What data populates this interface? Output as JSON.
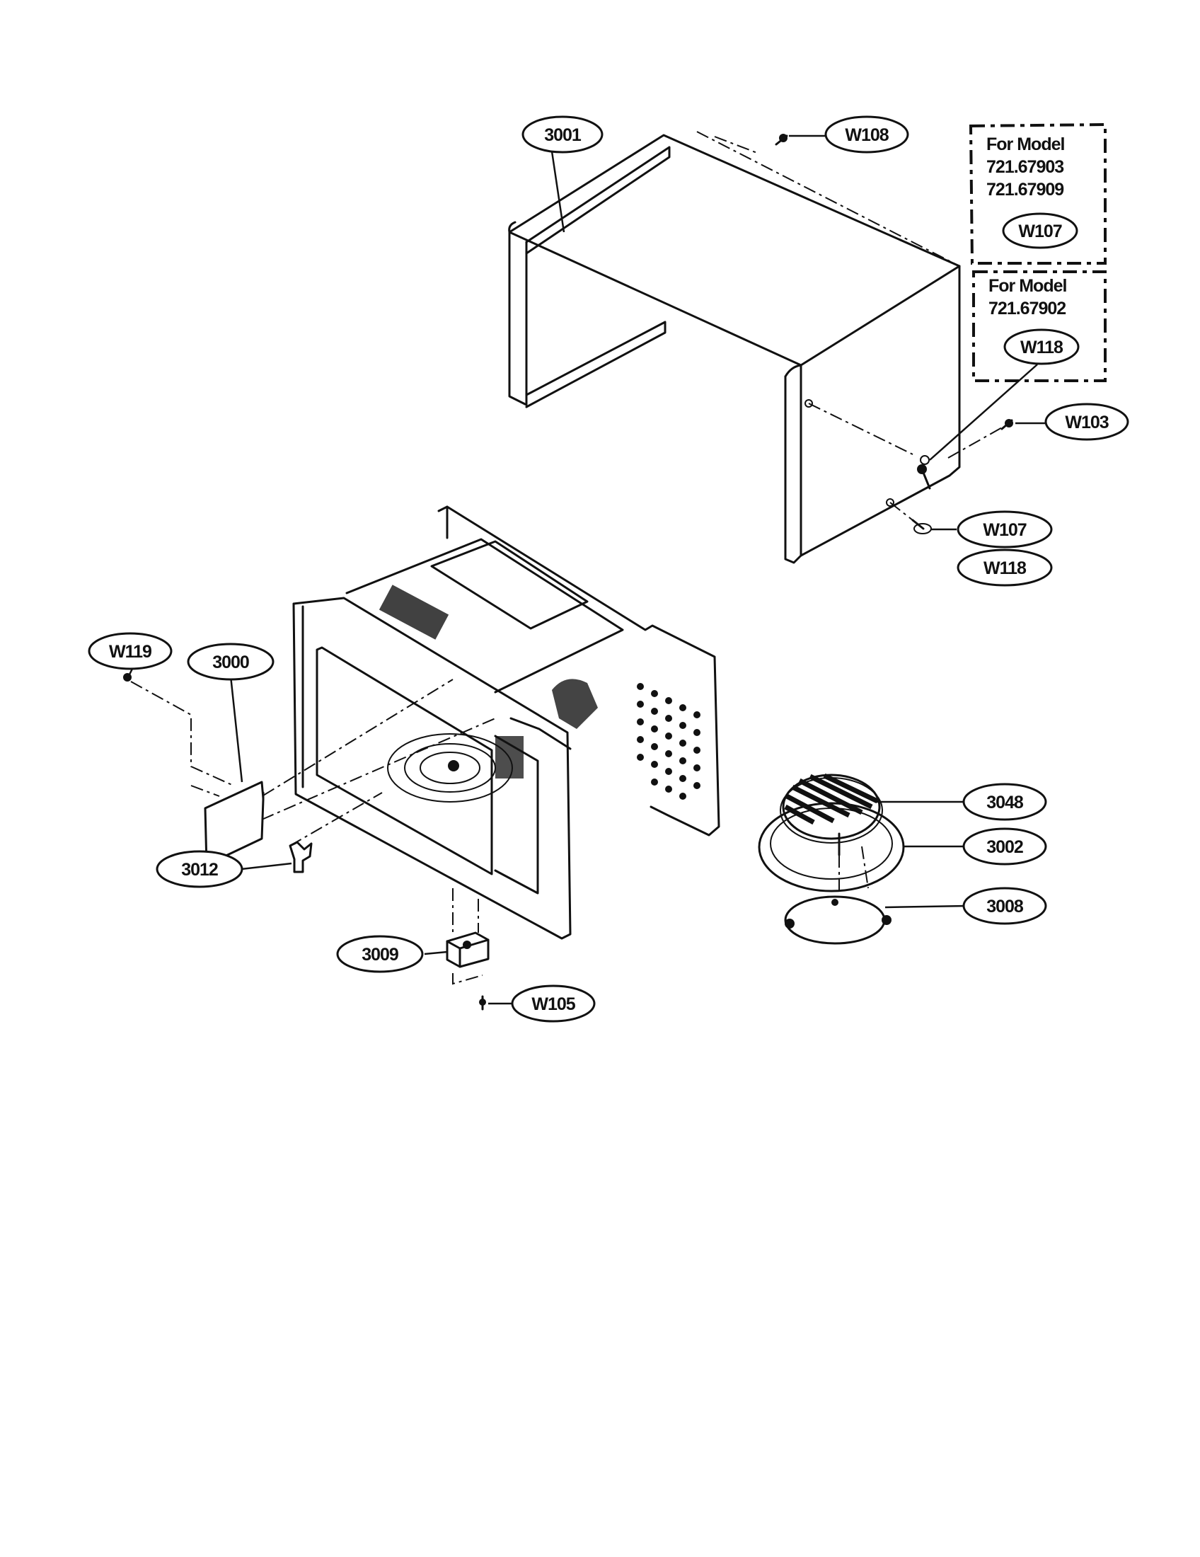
{
  "callouts": {
    "c3001": "3001",
    "w108": "W108",
    "w103": "W103",
    "w107_side": "W107",
    "w118_side": "W118",
    "w119": "W119",
    "c3000": "3000",
    "c3012": "3012",
    "c3009": "3009",
    "w105": "W105",
    "c3048": "3048",
    "c3002": "3002",
    "c3008": "3008"
  },
  "model_notes": [
    {
      "heading": "For Model",
      "models": [
        "721.67903",
        "721.67909"
      ],
      "part": "W107"
    },
    {
      "heading": "For Model",
      "models": [
        "721.67902"
      ],
      "part": "W118"
    }
  ]
}
